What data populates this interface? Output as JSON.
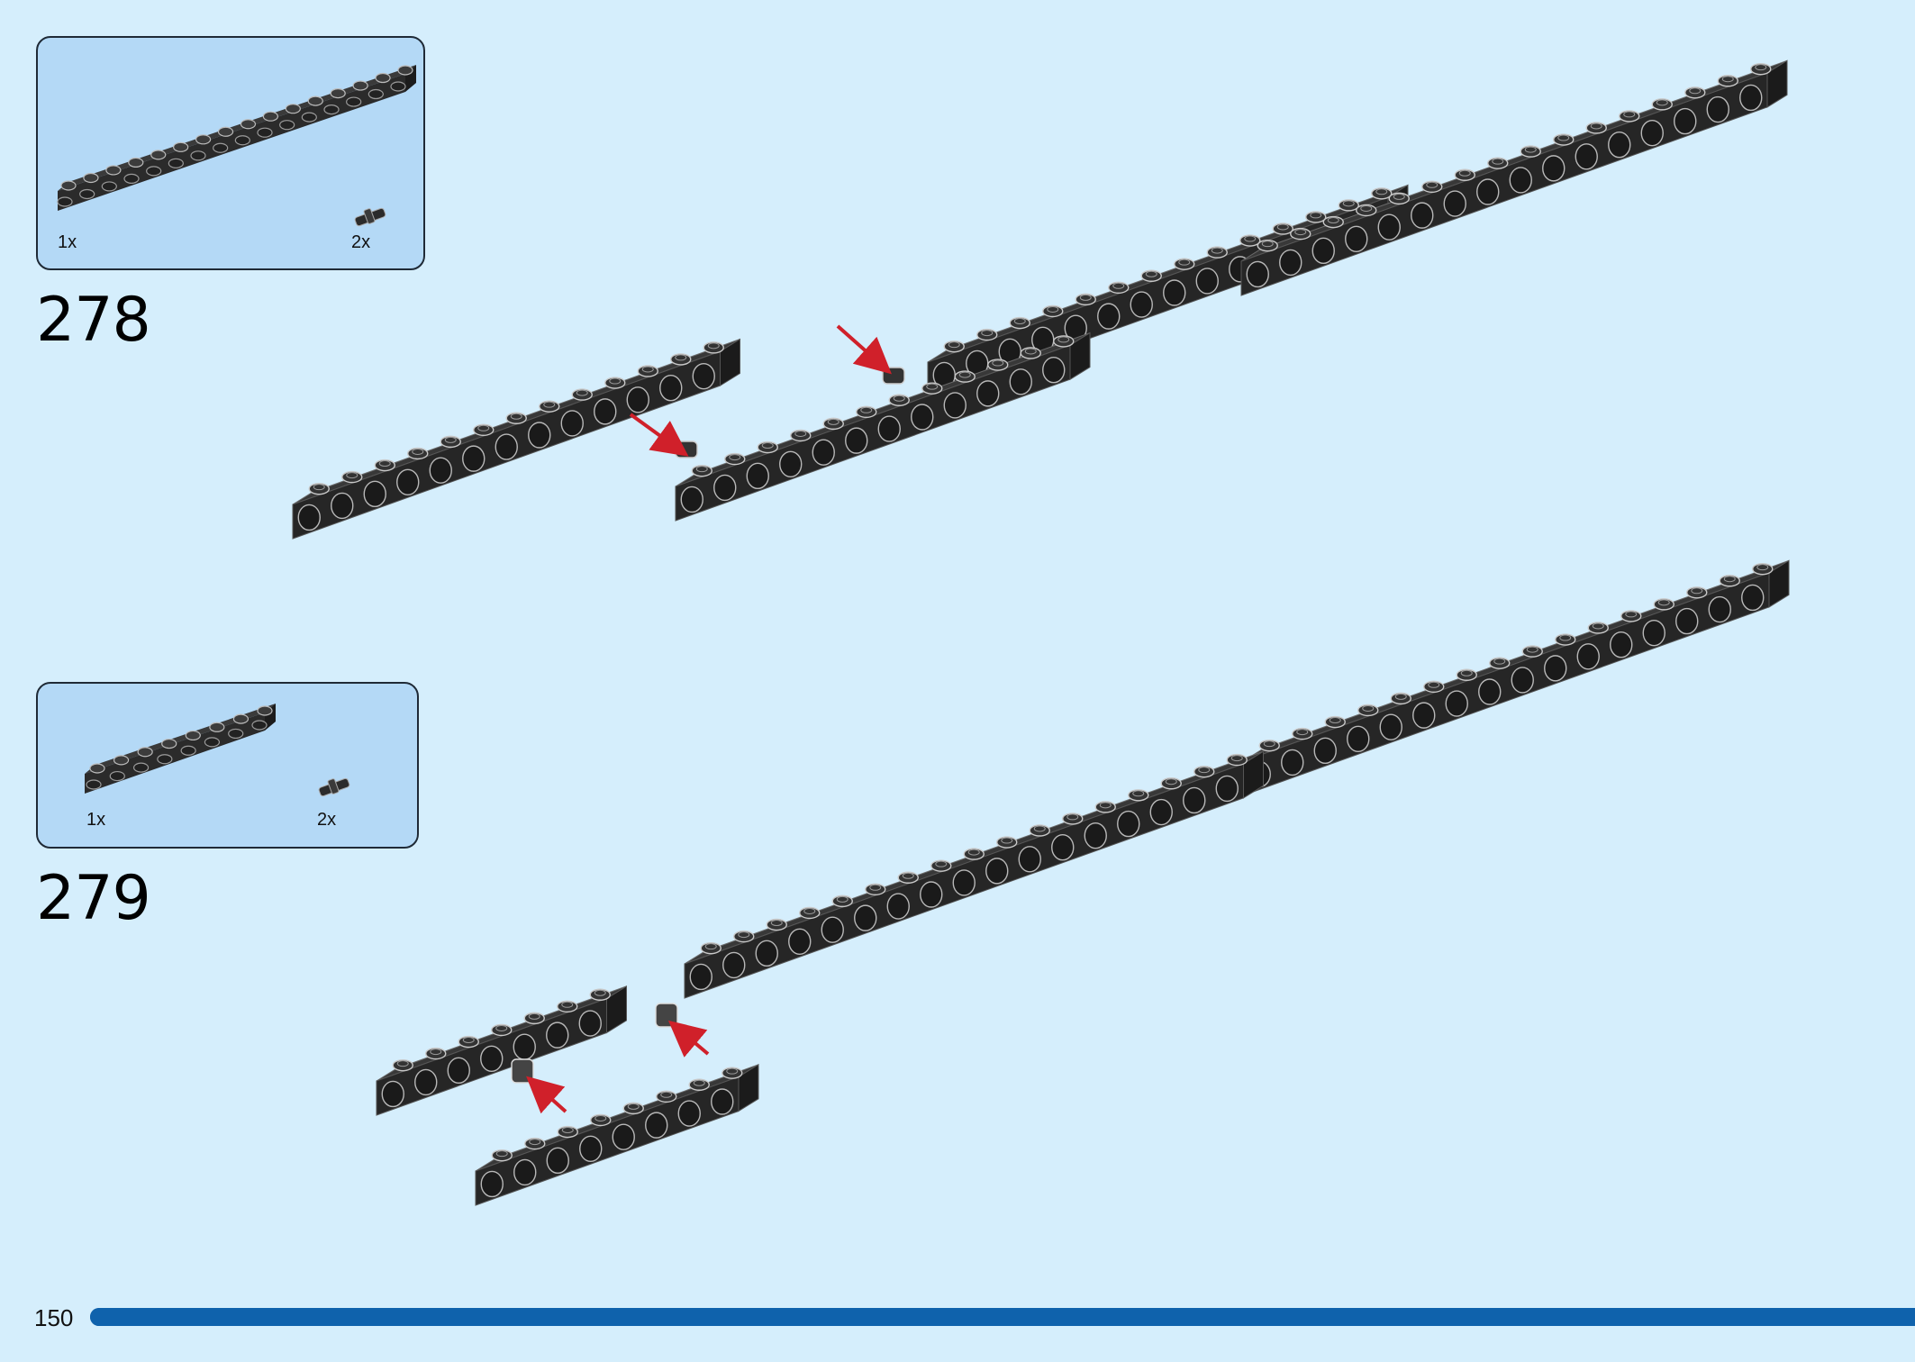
{
  "page": {
    "number": "150",
    "progress_fraction": 1.0
  },
  "steps": [
    {
      "number": "278",
      "parts": [
        {
          "qty": "1x",
          "part": "black-technic-beam-16"
        },
        {
          "qty": "2x",
          "part": "black-friction-pin"
        }
      ]
    },
    {
      "number": "279",
      "parts": [
        {
          "qty": "1x",
          "part": "black-technic-beam-8"
        },
        {
          "qty": "2x",
          "part": "black-friction-pin"
        }
      ]
    }
  ],
  "colors": {
    "background": "#d5eefc",
    "parts_box": "#b4d9f6",
    "brick": "#2a2a2a",
    "arrow": "#d0202a",
    "progress": "#0f62ac"
  }
}
